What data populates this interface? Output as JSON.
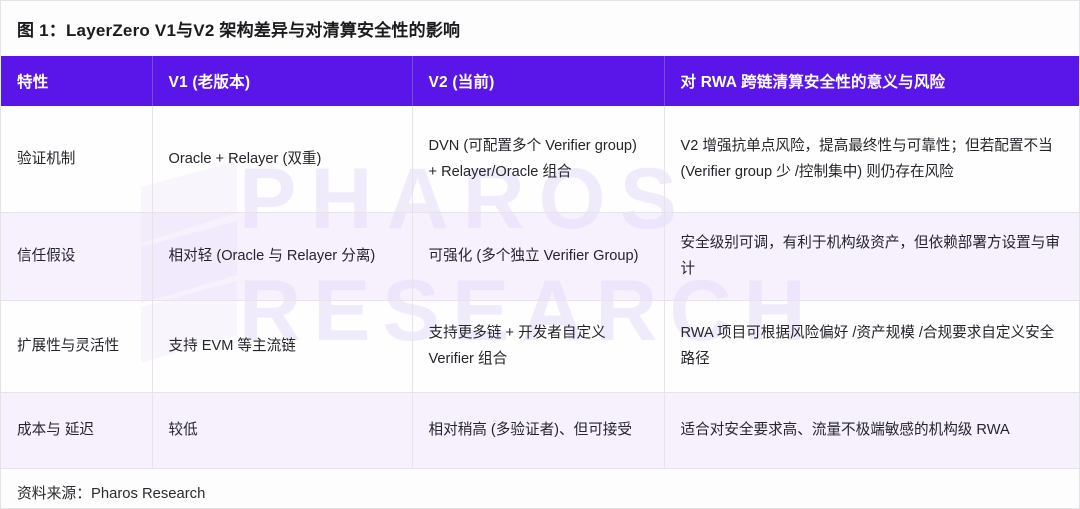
{
  "figure": {
    "title": "图 1：LayerZero V1与V2 架构差异与对清算安全性的影响",
    "source": "资料来源：Pharos Research",
    "watermark": {
      "line1": "PHAROS",
      "line2": "RESEARCH",
      "mark": "pharos-logo-mark"
    },
    "colors": {
      "header_purple": "#5a16e8",
      "header_divider": "#7c46ee",
      "row_tint": "#f3ecfc",
      "grid_line": "#e6e4ea",
      "text": "#24242a",
      "watermark": "#ded3f7"
    }
  },
  "table": {
    "columns": [
      "特性",
      "V1 (老版本)",
      "V2 (当前)",
      "对 RWA 跨链清算安全性的意义与风险"
    ],
    "rows": [
      {
        "feature": "验证机制",
        "v1": "Oracle + Relayer (双重)",
        "v2": "DVN (可配置多个 Verifier group) + Relayer/Oracle 组合",
        "impact": "V2 增强抗单点风险，提高最终性与可靠性；但若配置不当 (Verifier group 少 /控制集中) 则仍存在风险"
      },
      {
        "feature": "信任假设",
        "v1": "相对轻 (Oracle 与 Relayer 分离)",
        "v2": "可强化 (多个独立 Verifier Group)",
        "impact": "安全级别可调，有利于机构级资产，但依赖部署方设置与审计"
      },
      {
        "feature": "扩展性与灵活性",
        "v1": "支持 EVM 等主流链",
        "v2": "支持更多链 + 开发者自定义 Verifier 组合",
        "impact": "RWA 项目可根据风险偏好 /资产规模 /合规要求自定义安全路径"
      },
      {
        "feature": "成本与 延迟",
        "v1": "较低",
        "v2": "相对稍高 (多验证者)、但可接受",
        "impact": "适合对安全要求高、流量不极端敏感的机构级 RWA"
      }
    ]
  }
}
